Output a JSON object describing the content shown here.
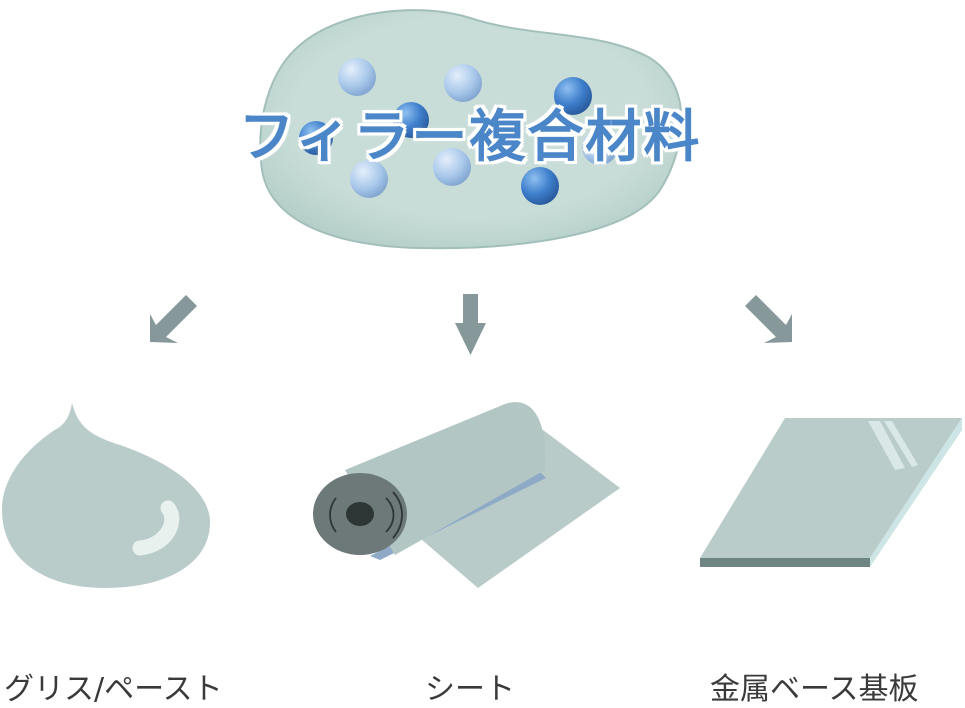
{
  "title": "フィラー複合材料",
  "products": [
    {
      "label": "グリス/ペースト"
    },
    {
      "label": "シート"
    },
    {
      "label": "金属ベース基板"
    }
  ],
  "colors": {
    "title": "#4a86c8",
    "blob": "#c5dad5",
    "product": "#b9ccc9",
    "arrow": "#86989a",
    "sphere_dark": "#3f7fcc",
    "sphere_light": "#a9c8ea"
  }
}
